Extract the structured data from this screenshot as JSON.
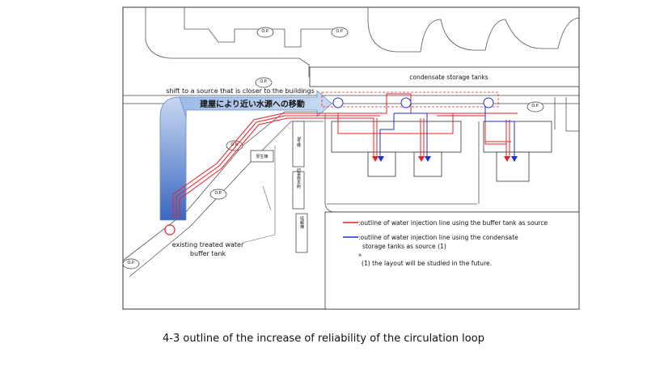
{
  "map": {
    "op_label": "O.P.",
    "arrow_label_en": "shift to a source that is closer to the buildings",
    "arrow_label_jp": "建屋により近い水源への移動",
    "tanks_label": "condensate storage tanks",
    "buffer_tank_label_line1": "existing treated water",
    "buffer_tank_label_line2": "buffer tank",
    "building_welfare": "厚生棟",
    "building_old_office": "旧事務本館",
    "building_info": "情報棟",
    "building_3": "3号機"
  },
  "legend": {
    "red_label": ":outline of water injection line using the buffer tank as source",
    "blue_label_line1": ":outline of water injection line using the condensate",
    "blue_label_line2": "storage tanks as source (1)",
    "marker": "※",
    "note": "(1) the layout will be studied in the future.",
    "red_color": "#e8202a",
    "blue_color": "#1f2fd6"
  },
  "caption": "4-3 outline of the increase of reliability of the circulation loop"
}
